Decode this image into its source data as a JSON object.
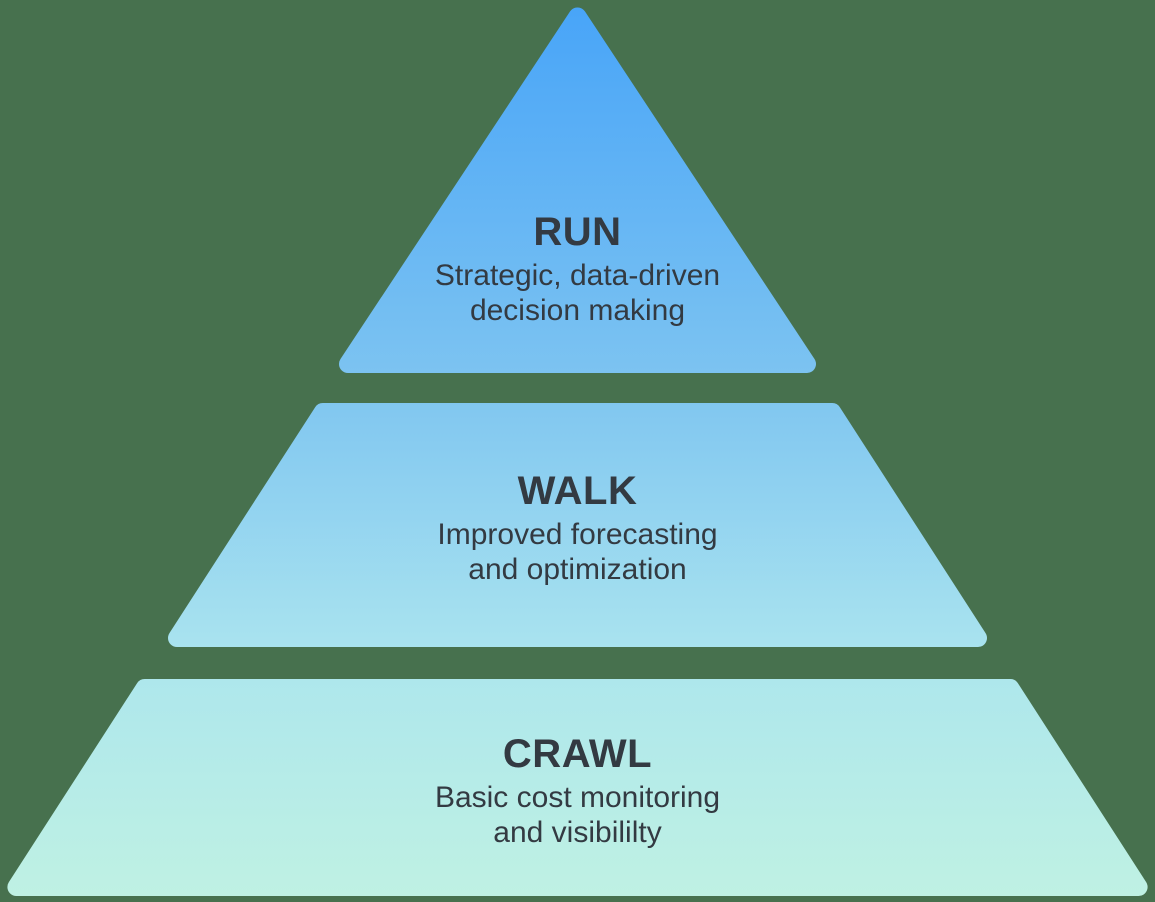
{
  "diagram": {
    "type": "pyramid-maturity-model",
    "background_color": "#47714E",
    "text_color": "#333A42",
    "tiers": [
      {
        "id": "run",
        "heading": "RUN",
        "subtitle_line1": "Strategic, data-driven",
        "subtitle_line2": "decision making",
        "gradient_top": "#47A4F8",
        "gradient_bottom": "#7CC3F1",
        "level": 3
      },
      {
        "id": "walk",
        "heading": "WALK",
        "subtitle_line1": "Improved forecasting",
        "subtitle_line2": "and optimization",
        "gradient_top": "#81C7F0",
        "gradient_bottom": "#A9E3EF",
        "level": 2
      },
      {
        "id": "crawl",
        "heading": "CRAWL",
        "subtitle_line1": "Basic cost monitoring",
        "subtitle_line2": "and visibililty",
        "gradient_top": "#AEE7EC",
        "gradient_bottom": "#BFF1E3",
        "level": 1
      }
    ]
  }
}
